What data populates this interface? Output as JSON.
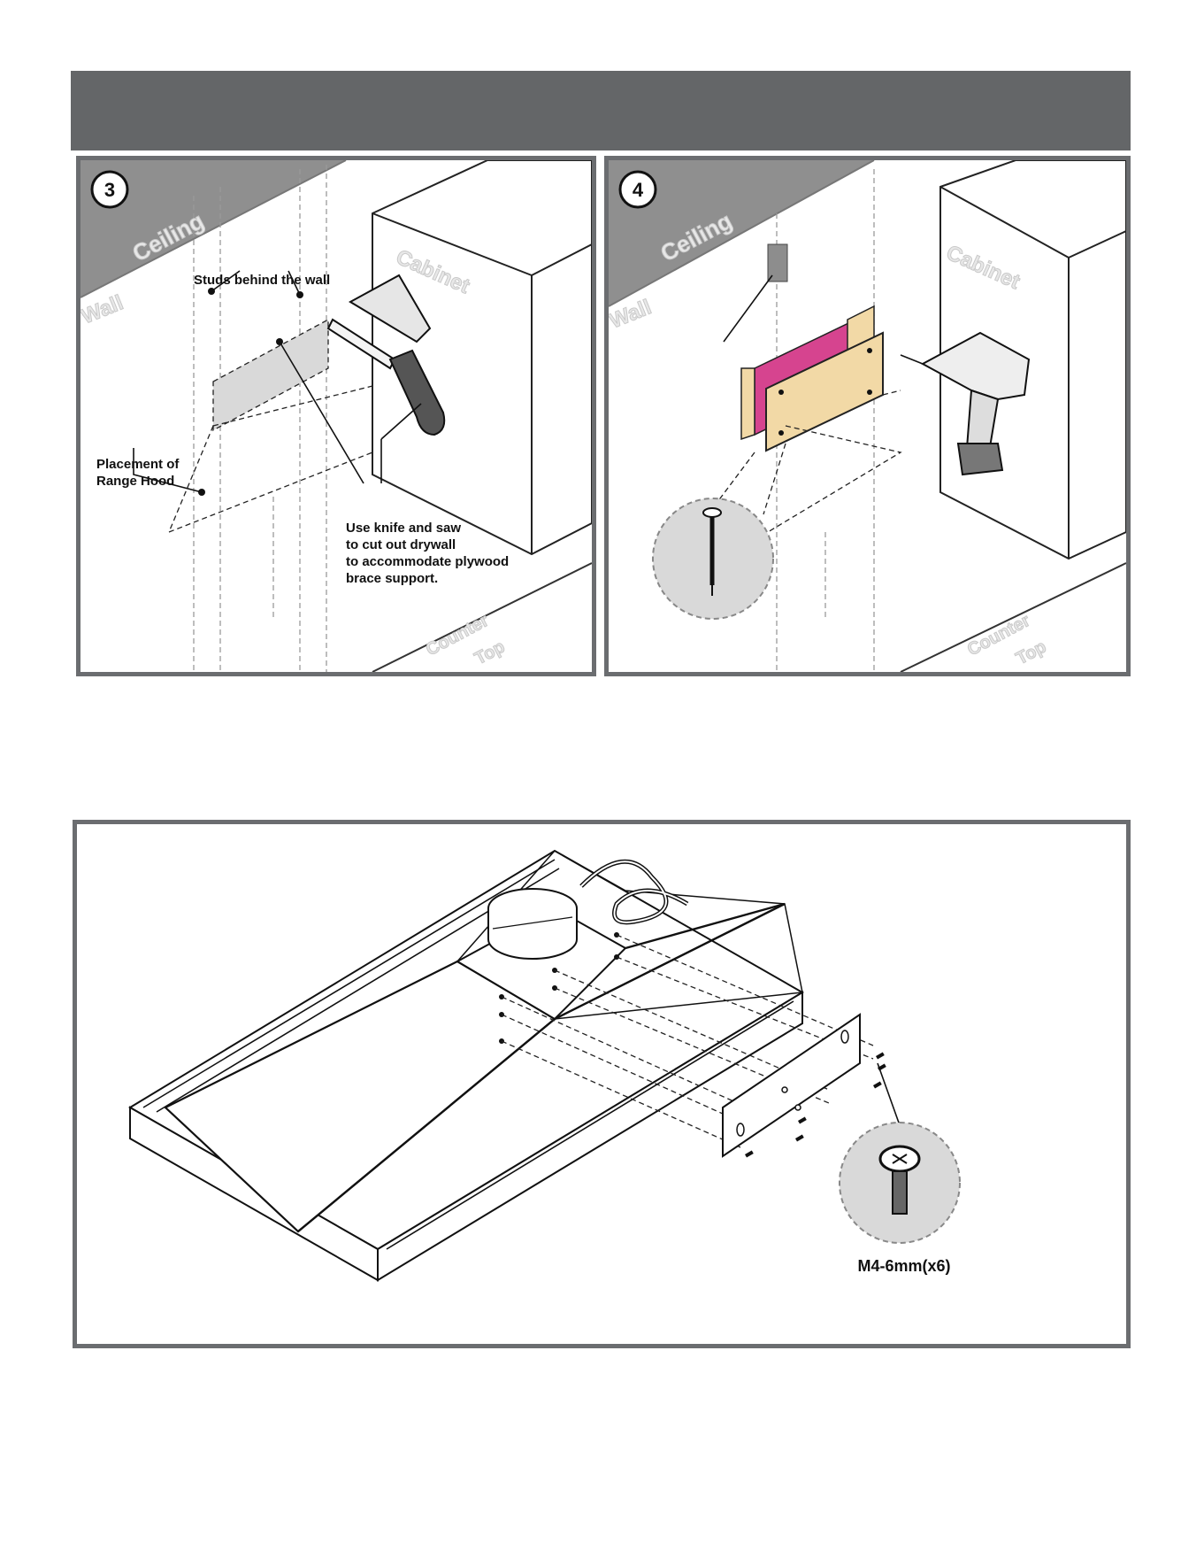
{
  "panels": {
    "step3": {
      "number": "3",
      "ceiling": "Ceiling",
      "wall": "Wall",
      "cabinet": "Cabinet",
      "counter_top": [
        "Counter",
        "Top"
      ],
      "studs_label": "Studs behind the wall",
      "placement_label": [
        "Placement of",
        "Range Hood"
      ],
      "cut_label": [
        "Use knife and saw",
        "to cut out drywall",
        "to accommodate plywood",
        "brace support."
      ]
    },
    "step4": {
      "number": "4",
      "ceiling": "Ceiling",
      "wall": "Wall",
      "cabinet": "Cabinet",
      "counter_top": [
        "Counter",
        "Top"
      ]
    },
    "hood": {
      "screw_spec": "M4-6mm(x6)"
    }
  },
  "colors": {
    "header": "#646668",
    "border": "#6b6d70",
    "ceiling": "#8f8f8f",
    "plywood": "#f2d9a6",
    "insulation": "#d6448f",
    "zoom_circle": "#d9d9d9"
  }
}
